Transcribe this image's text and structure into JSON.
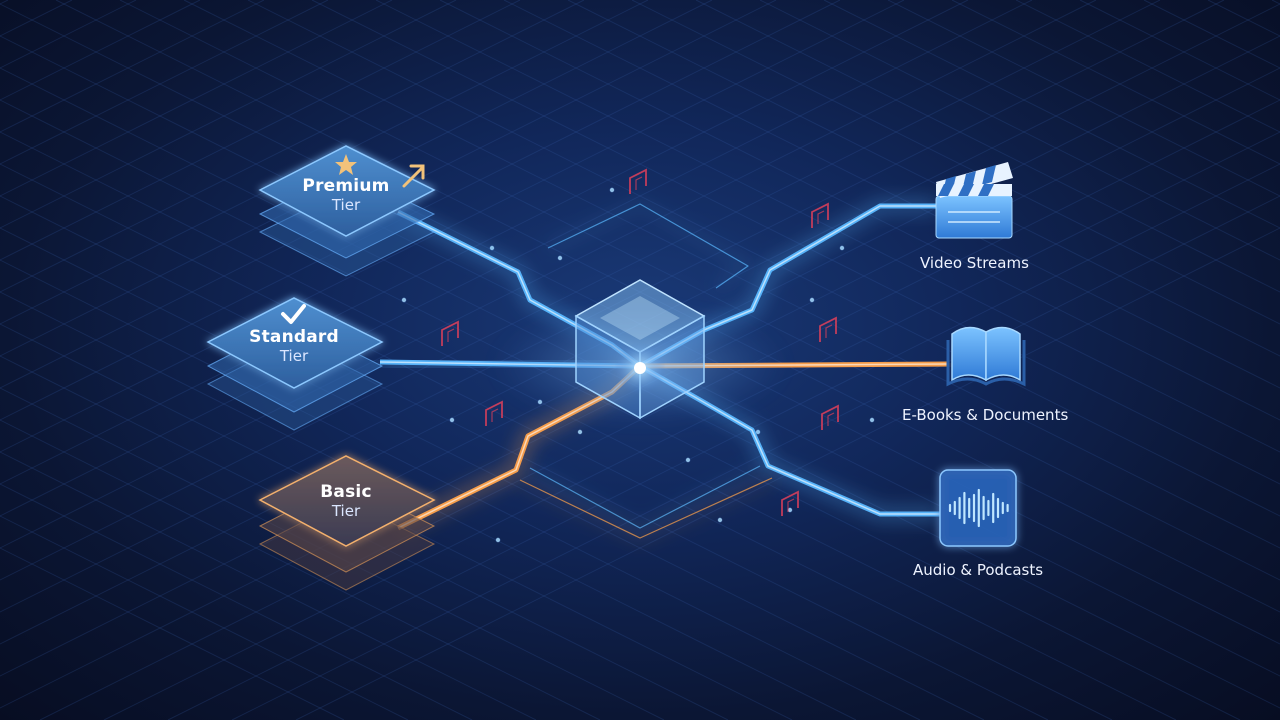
{
  "tiers": [
    {
      "name": "Premium",
      "word": "Tier",
      "color": "#5aa8ff",
      "icon": "star-icon"
    },
    {
      "name": "Standard",
      "word": "Tier",
      "color": "#5aa8ff",
      "icon": "checkmark-icon"
    },
    {
      "name": "Basic",
      "word": "Tier",
      "color": "#f0a35a",
      "icon": ""
    }
  ],
  "content_types": [
    {
      "label": "Video Streams",
      "icon": "clapperboard-icon"
    },
    {
      "label": "E-Books & Documents",
      "icon": "open-book-icon"
    },
    {
      "label": "Audio & Podcasts",
      "icon": "audio-waveform-icon"
    }
  ],
  "colors": {
    "background": "#0b1530",
    "blue_path": "#5ab8ff",
    "orange_path": "#ffa24a",
    "access_marker": "#e0405a",
    "hub": "#7fc4ff"
  }
}
